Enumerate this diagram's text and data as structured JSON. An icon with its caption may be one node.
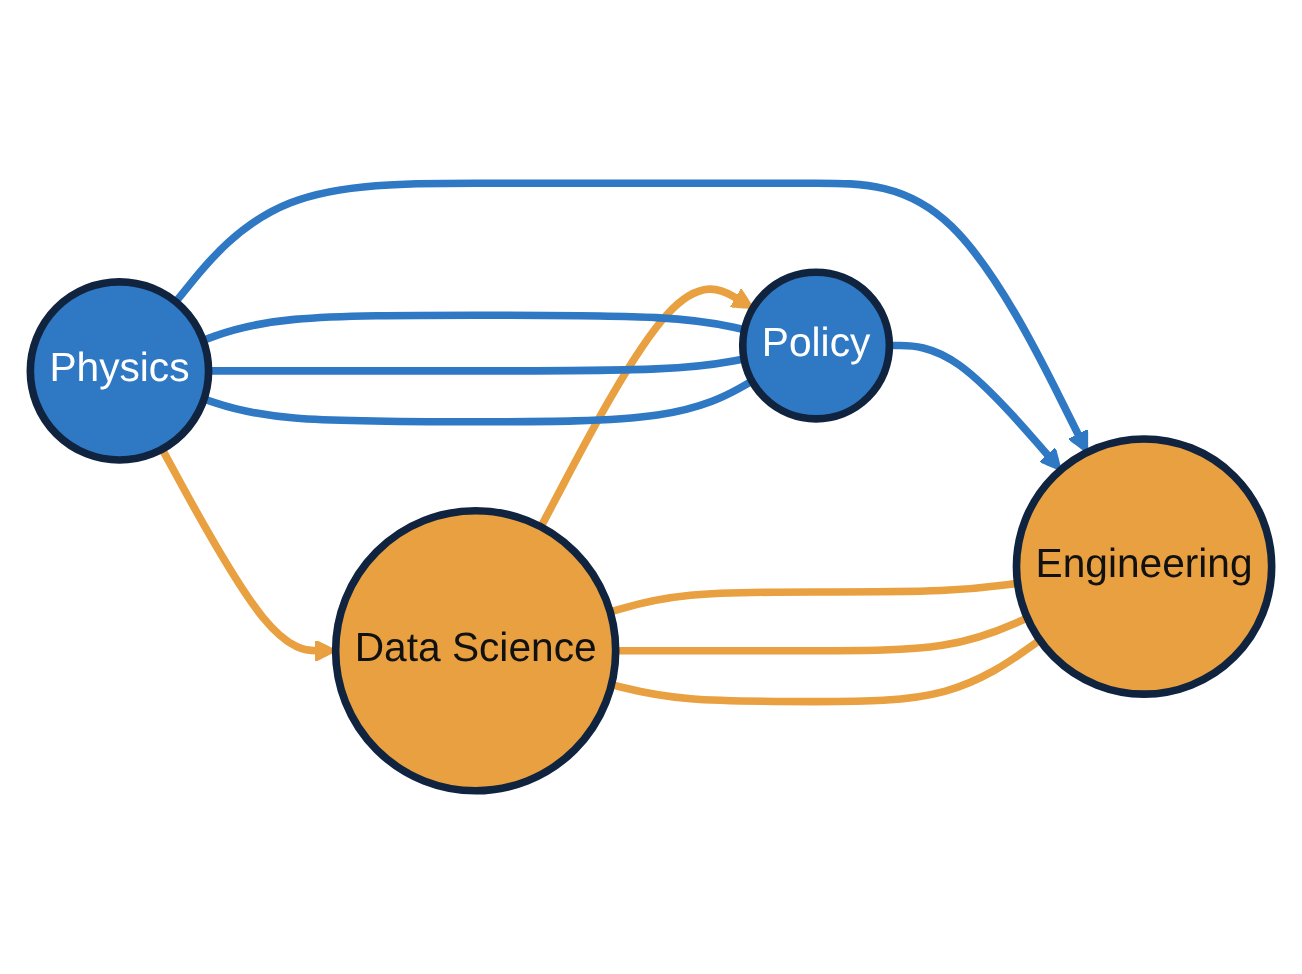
{
  "diagram": {
    "nodes": [
      {
        "text": [
          "Physics"
        ]
      },
      {
        "text": [
          "Engineering"
        ]
      },
      {
        "text": [
          "Data Science"
        ]
      },
      {
        "text": [
          "Policy"
        ]
      }
    ],
    "edges": [
      {
        "from": 0,
        "to": 1,
        "arrow": "to",
        "color": "#2f78c4"
      },
      {
        "from": 0,
        "to": 2,
        "arrow": "to",
        "color": "#e8a040"
      },
      {
        "from": 2,
        "to": 3,
        "arrow": "to",
        "color": "#e8a040"
      },
      {
        "from": 3,
        "to": 1,
        "arrow": "to",
        "color": "#2f78c4"
      },
      {
        "from": 0,
        "to": 3,
        "arrow": "none",
        "color": "#2f78c4"
      },
      {
        "from": 0,
        "to": 3,
        "arrow": "none",
        "color": "#2f78c4"
      },
      {
        "from": 0,
        "to": 3,
        "arrow": "none",
        "color": "#2f78c4"
      },
      {
        "from": 2,
        "to": 1,
        "arrow": "none",
        "color": "#e8a040"
      },
      {
        "from": 2,
        "to": 1,
        "arrow": "none",
        "color": "#e8a040"
      },
      {
        "from": 2,
        "to": 1,
        "arrow": "none",
        "color": "#e8a040"
      }
    ]
  }
}
